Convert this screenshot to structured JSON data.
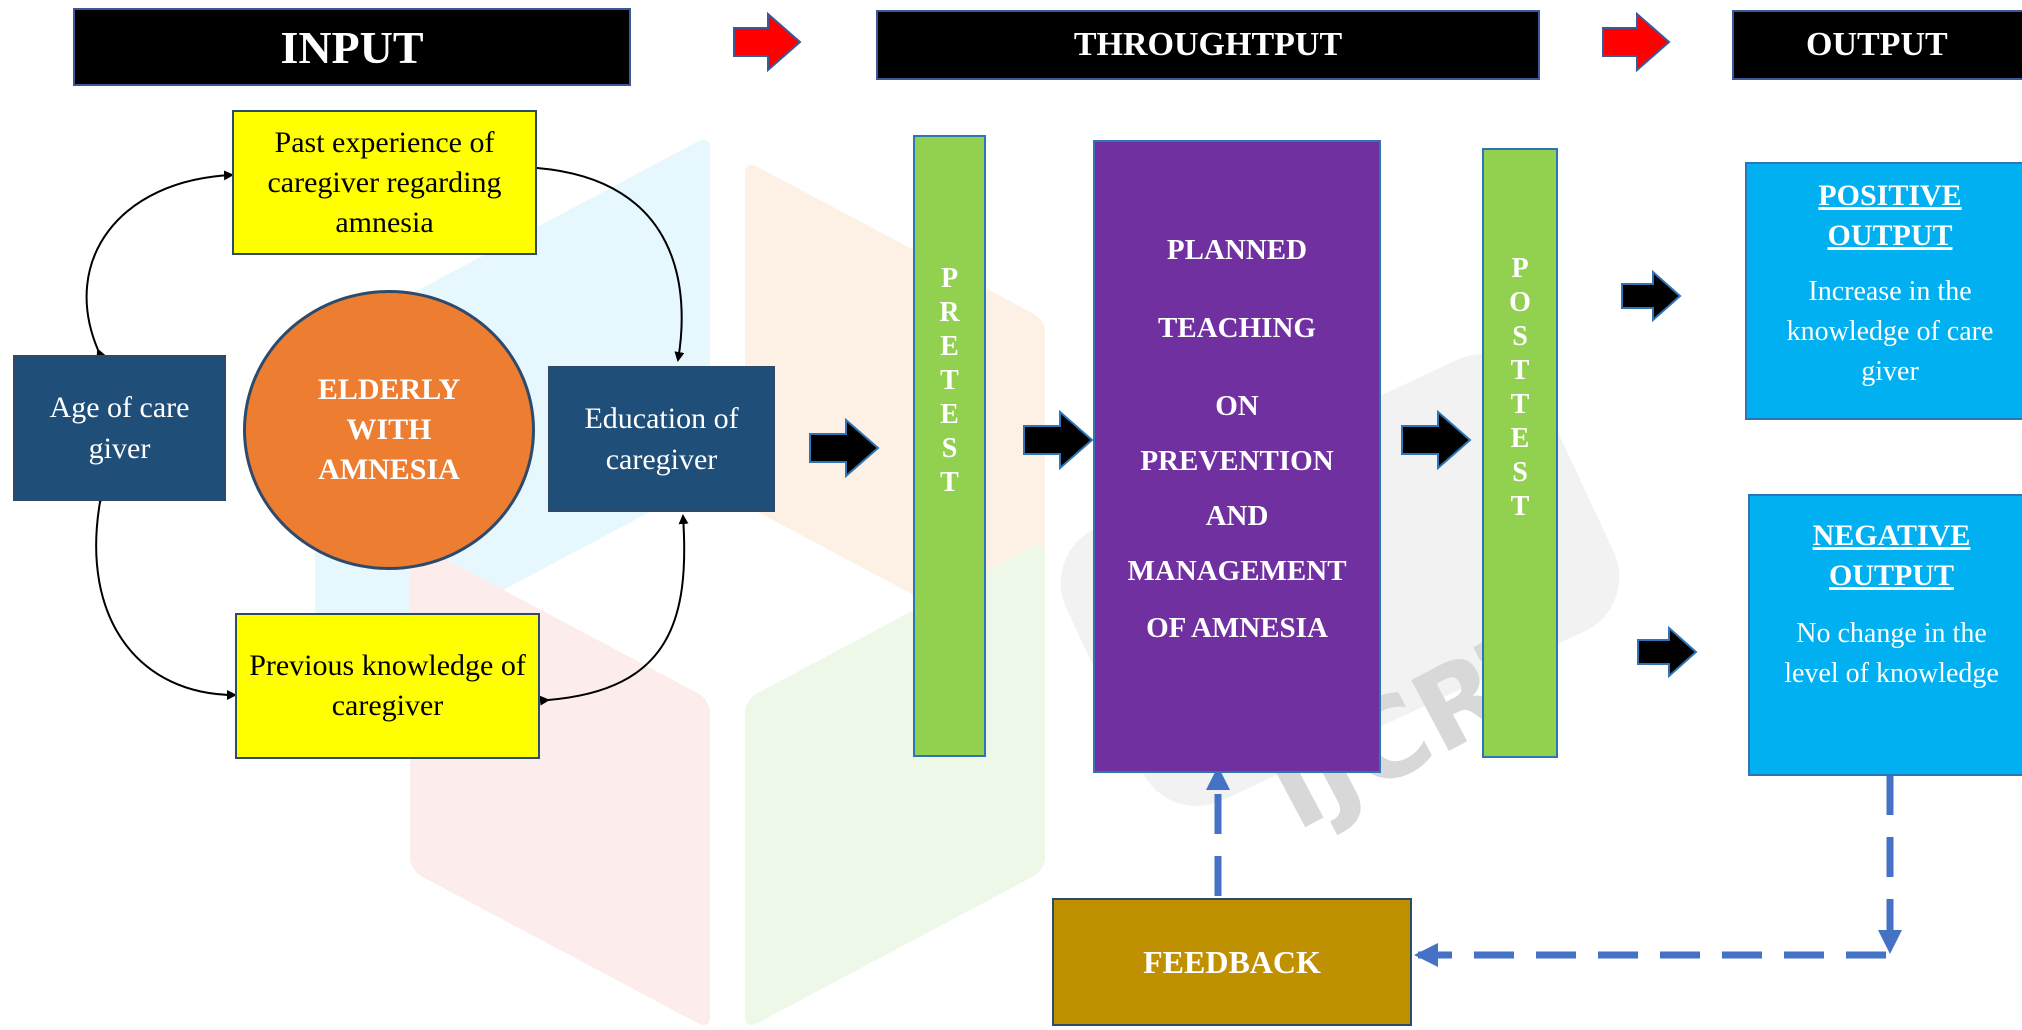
{
  "headers": {
    "input": "INPUT",
    "throughput": "THROUGHTPUT",
    "output": "OUTPUT"
  },
  "input": {
    "center": "ELDERLY WITH AMNESIA",
    "past_experience": "Past experience of caregiver regarding amnesia",
    "age": "Age of care giver",
    "education": "Education of caregiver",
    "previous_knowledge": "Previous knowledge of caregiver"
  },
  "throughput": {
    "pretest": [
      "P",
      "R",
      "E",
      "T",
      "E",
      "S",
      "T"
    ],
    "teaching": [
      "PLANNED",
      "TEACHING",
      "ON",
      "PREVENTION",
      "AND",
      "MANAGEMENT",
      "OF AMNESIA"
    ],
    "posttest": [
      "P",
      "O",
      "S",
      "T",
      "T",
      "E",
      "S",
      "T"
    ]
  },
  "output": {
    "positive_title": "POSITIVE OUTPUT",
    "positive_text": "Increase in the knowledge of care giver",
    "negative_title": "NEGATIVE OUTPUT",
    "negative_text": "No change in the level of knowledge"
  },
  "feedback": "FEEDBACK",
  "watermark": "IJCRT",
  "colors": {
    "header_bg": "#000000",
    "red_arrow": "#ff0000",
    "yellow_box": "#ffff00",
    "navy_box": "#1f4e79",
    "circle": "#ed7d31",
    "green_bar": "#92d050",
    "purple_box": "#7030a0",
    "cyan_box": "#00b0f0",
    "feedback_box": "#bf9000",
    "dashed_line": "#4472c4"
  }
}
